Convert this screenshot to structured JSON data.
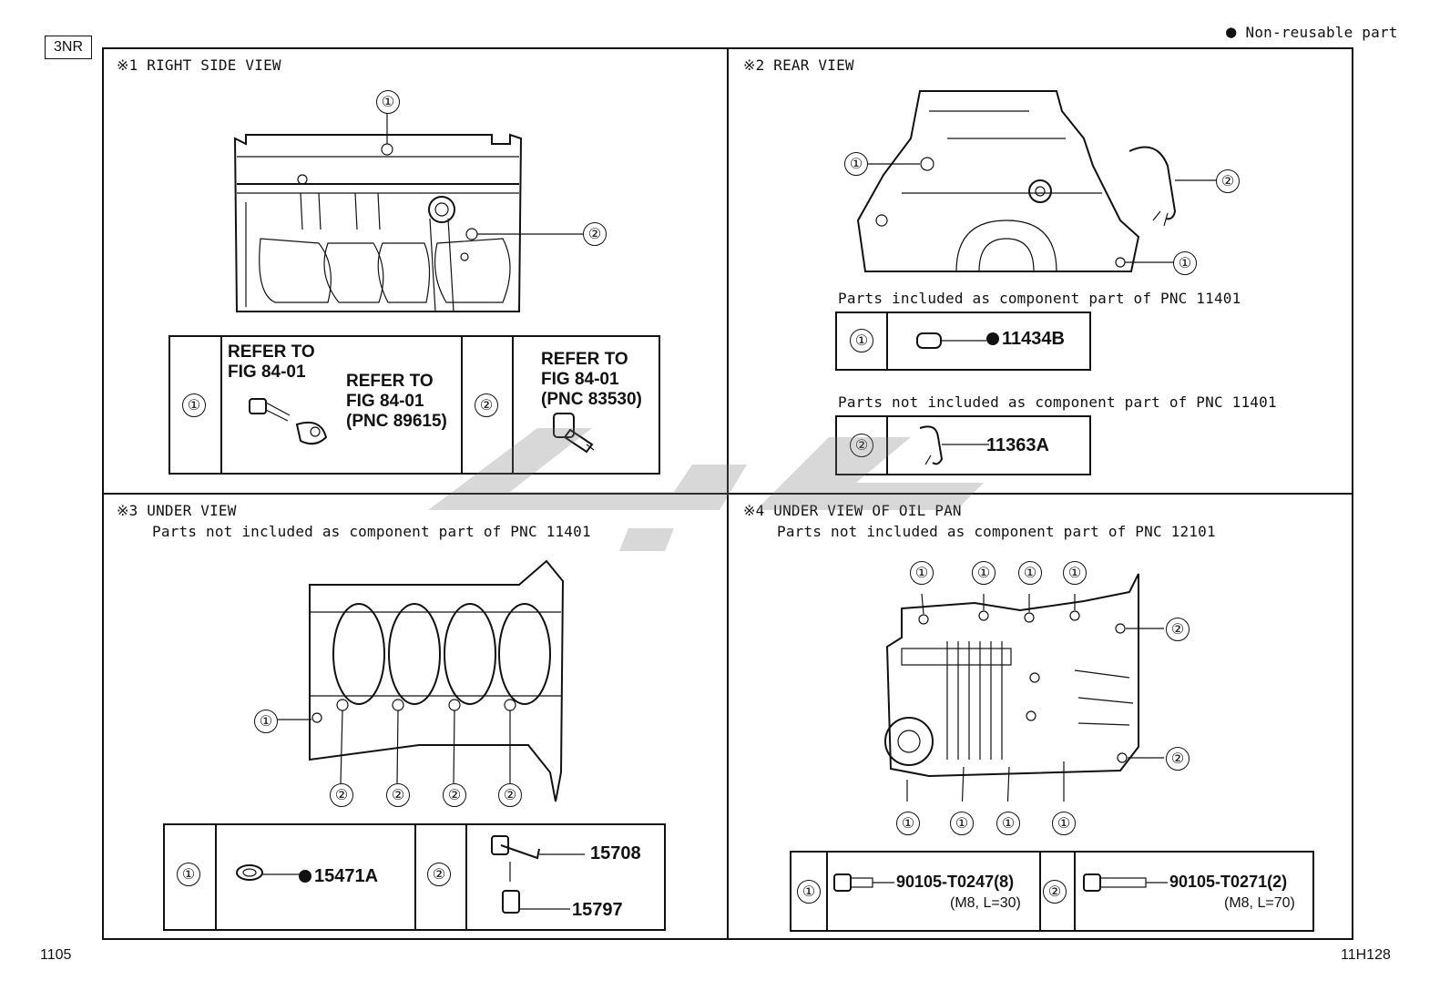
{
  "header": {
    "engine_code": "3NR",
    "legend_symbol": "●",
    "legend_text": "Non-reusable part"
  },
  "footer": {
    "page_left": "1105",
    "figure_id": "11H128"
  },
  "callout_labels": {
    "one": "①",
    "two": "②"
  },
  "panels": {
    "right_side": {
      "title": "※1 RIGHT SIDE VIEW",
      "refer1_line1": "REFER TO",
      "refer1_line2": "FIG 84-01",
      "refer2_line1": "REFER TO",
      "refer2_line2": "FIG 84-01",
      "refer2_line3": "(PNC 89615)",
      "refer3_line1": "REFER TO",
      "refer3_line2": "FIG 84-01",
      "refer3_line3": "(PNC 83530)"
    },
    "rear": {
      "title": "※2 REAR VIEW",
      "note1": "Parts included as component part of PNC 11401",
      "part1": "11434B",
      "note2": "Parts not included as component part of PNC 11401",
      "part2": "11363A"
    },
    "under": {
      "title": "※3 UNDER VIEW",
      "note": "Parts not included as component part of PNC 11401",
      "part1": "15471A",
      "part2a": "15708",
      "part2b": "15797"
    },
    "oil_pan": {
      "title": "※4 UNDER VIEW OF OIL PAN",
      "note": "Parts not included as component part of PNC 12101",
      "part1": "90105-T0247(8)",
      "part1_spec": "(M8, L=30)",
      "part2": "90105-T0271(2)",
      "part2_spec": "(M8, L=70)"
    }
  }
}
